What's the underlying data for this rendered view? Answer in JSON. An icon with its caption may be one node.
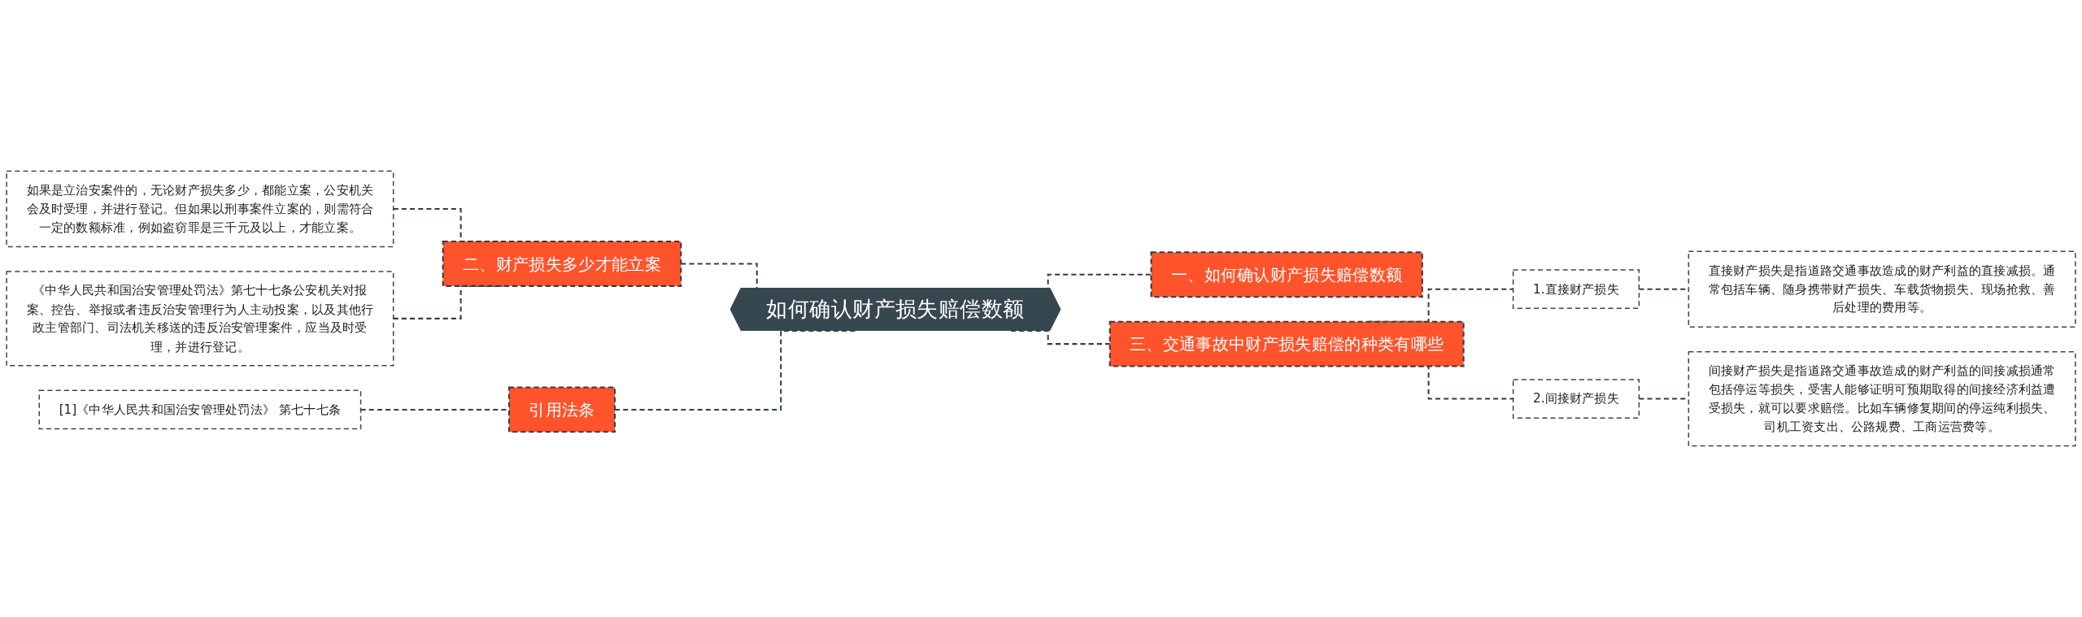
{
  "diagram": {
    "nodes": [
      {
        "text": [
          "如何确认财产损失赔偿数额"
        ]
      },
      {
        "text": [
          "二、财产损失多少才能立案"
        ]
      },
      {
        "text": [
          "如果是立治安案件的，无论财产损失多少，都能立案，公安机关会及时受理，并进行登记。但如果以刑事案件立案的，则需符合一定的数额标准，例如盗窃罪是三千元及以上，才能立案。"
        ]
      },
      {
        "text": [
          "《中华人民共和国治安管理处罚法》第七十七条公安机关对报案、控告、举报或者违反治安管理行为人主动投案，以及其他行政主管部门、司法机关移送的违反治安管理案件，应当及时受理，并进行登记。"
        ]
      },
      {
        "text": [
          "引用法条"
        ]
      },
      {
        "text": [
          "[1]《中华人民共和国治安管理处罚法》 第七十七条"
        ]
      },
      {
        "text": [
          "一、如何确认财产损失赔偿数额"
        ]
      },
      {
        "text": [
          "三、交通事故中财产损失赔偿的种类有哪些"
        ]
      },
      {
        "text": [
          "1.直接财产损失"
        ]
      },
      {
        "text": [
          "直接财产损失是指道路交通事故造成的财产利益的直接减损。通常包括车辆、随身携带财产损失、车载货物损失、现场抢救、善后处理的费用等。"
        ]
      },
      {
        "text": [
          "2.间接财产损失"
        ]
      },
      {
        "text": [
          "间接财产损失是指道路交通事故造成的财产利益的间接减损通常包括停运等损失，受害人能够证明可预期取得的间接经济利益遭受损失，就可以要求赔偿。比如车辆修复期间的停运纯利损失、司机工资支出、公路规费、工商运营费等。"
        ]
      }
    ],
    "edges": [
      {
        "from": 0,
        "to": 1,
        "arrow": "none",
        "style": "dashed"
      },
      {
        "from": 1,
        "to": 2,
        "arrow": "none",
        "style": "dashed"
      },
      {
        "from": 1,
        "to": 3,
        "arrow": "none",
        "style": "dashed"
      },
      {
        "from": 0,
        "to": 4,
        "arrow": "none",
        "style": "dashed"
      },
      {
        "from": 4,
        "to": 5,
        "arrow": "none",
        "style": "dashed"
      },
      {
        "from": 0,
        "to": 6,
        "arrow": "none",
        "style": "dashed"
      },
      {
        "from": 0,
        "to": 7,
        "arrow": "none",
        "style": "dashed"
      },
      {
        "from": 7,
        "to": 8,
        "arrow": "none",
        "style": "dashed"
      },
      {
        "from": 8,
        "to": 9,
        "arrow": "none",
        "style": "dashed"
      },
      {
        "from": 7,
        "to": 10,
        "arrow": "none",
        "style": "dashed"
      },
      {
        "from": 10,
        "to": 11,
        "arrow": "none",
        "style": "dashed"
      }
    ]
  }
}
